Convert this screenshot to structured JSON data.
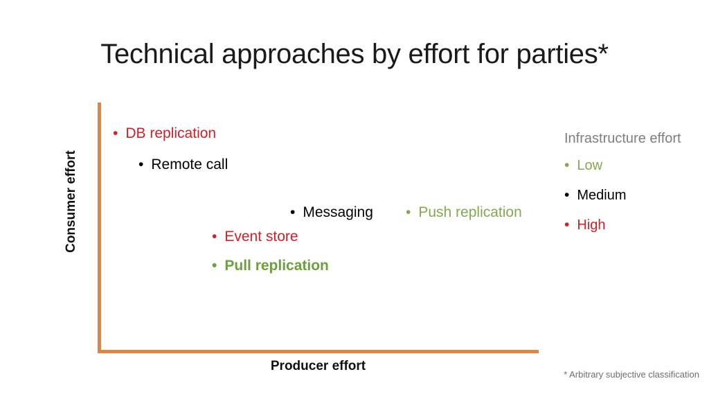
{
  "slide": {
    "title": "Technical approaches by effort for parties*",
    "footnote": "* Arbitrary subjective classification"
  },
  "axes": {
    "y_label": "Consumer effort",
    "x_label": "Producer effort",
    "axis_color": "#E0873F"
  },
  "legend": {
    "title": "Infrastructure effort",
    "items": [
      {
        "label": "Low",
        "color": "#82A952",
        "bullet": "•"
      },
      {
        "label": "Medium",
        "color": "#000000",
        "bullet": "•"
      },
      {
        "label": "High",
        "color": "#CE2128",
        "bullet": "•"
      }
    ]
  },
  "plot": {
    "items": [
      {
        "label": "DB replication",
        "bullet": "•",
        "infrastructure_effort": "High",
        "color": "#CE2128"
      },
      {
        "label": "Remote call",
        "bullet": "•",
        "infrastructure_effort": "Medium",
        "color": "#000000"
      },
      {
        "label": "Messaging",
        "bullet": "•",
        "infrastructure_effort": "Medium",
        "color": "#000000"
      },
      {
        "label": "Push replication",
        "bullet": "•",
        "infrastructure_effort": "Low",
        "color": "#82A952"
      },
      {
        "label": "Event store",
        "bullet": "•",
        "infrastructure_effort": "High",
        "color": "#CE2128"
      },
      {
        "label": "Pull replication",
        "bullet": "•",
        "infrastructure_effort": "Low",
        "color": "#6D9E3F"
      }
    ]
  },
  "chart_data": {
    "type": "scatter",
    "title": "Technical approaches by effort for parties*",
    "xlabel": "Producer effort",
    "ylabel": "Consumer effort",
    "grid": false,
    "axis_ticks": [],
    "legend": {
      "title": "Infrastructure effort",
      "position": "right",
      "entries": [
        "Low",
        "Medium",
        "High"
      ]
    },
    "points": [
      {
        "label": "DB replication",
        "producer_effort": 0.05,
        "consumer_effort": 0.92,
        "infrastructure_effort": "High"
      },
      {
        "label": "Remote call",
        "producer_effort": 0.14,
        "consumer_effort": 0.79,
        "infrastructure_effort": "Medium"
      },
      {
        "label": "Messaging",
        "producer_effort": 0.47,
        "consumer_effort": 0.59,
        "infrastructure_effort": "Medium"
      },
      {
        "label": "Push replication",
        "producer_effort": 0.73,
        "consumer_effort": 0.59,
        "infrastructure_effort": "Low"
      },
      {
        "label": "Event store",
        "producer_effort": 0.28,
        "consumer_effort": 0.47,
        "infrastructure_effort": "High"
      },
      {
        "label": "Pull replication",
        "producer_effort": 0.29,
        "consumer_effort": 0.35,
        "infrastructure_effort": "Low"
      }
    ],
    "annotations": [
      "* Arbitrary subjective classification"
    ]
  }
}
